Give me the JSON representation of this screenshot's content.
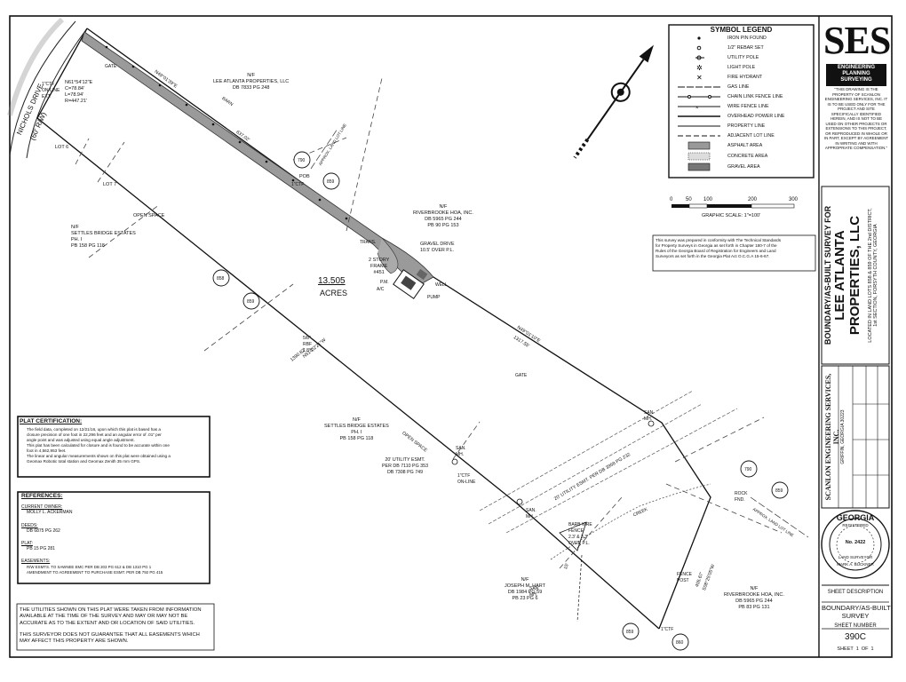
{
  "sheet": {
    "firm_logo": "SES",
    "firm_logo_sub": "ENGINEERING\nPLANNING\nSURVEYING",
    "copyright_note": "\"THIS DRAWING IS THE\nPROPERTY OF SCANLON\nENGINEERING SERVICES, INC. IT\nIS TO BE USED ONLY FOR THE\nPROJECT AND SITE\nSPECIFICALLY IDENTIFIED\nHEREIN, AND IS NOT TO BE\nUSED ON OTHER PROJECTS OR\nEXTENSIONS TO THIS PROJECT,\nOR REPRODUCED IN WHOLE OR\nIN PART, EXCEPT BY AGREEMENT\nIN WRITING AND WITH\nAPPROPRIATE COMPENSATION.\"",
    "survey_title_line1": "BOUNDARY/AS-BUILT SURVEY FOR",
    "survey_title_line2": "LEE ATLANTA",
    "survey_title_line3": "PROPERTIES, LLC",
    "location_line1": "LOCATED IN LAND LOTS 858 & 859 OF THE 2nd DISTRICT,",
    "location_line2": "1st SECTION, FORSYTH COUNTY, GEORGIA",
    "firm_name": "SCANLON ENGINEERING SERVICES, INC.",
    "firm_address": "GRIFFIN, GEORGIA 30223",
    "sheet_description_label": "SHEET DESCRIPTION",
    "sheet_description": "BOUNDARY/AS-BUILT\nSURVEY",
    "sheet_number_label": "SHEET NUMBER",
    "sheet_number": "390C",
    "sheet_of": "SHEET  1  OF  1",
    "seal_state": "GEORGIA",
    "seal_registered": "REGISTERED",
    "seal_no": "No. 2422",
    "seal_role": "LAND SURVEYOR",
    "seal_name": "MARK A. BUCKNER"
  },
  "legend": {
    "title": "SYMBOL LEGEND",
    "items": [
      "IRON PIN FOUND",
      "1/2\" REBAR SET",
      "UTILITY POLE",
      "LIGHT POLE",
      "FIRE HYDRANT",
      "GAS LINE",
      "CHAIN LINK FENCE LINE",
      "WIRE FENCE LINE",
      "OVERHEAD POWER LINE",
      "PROPERTY LINE",
      "ADJACENT LOT LINE",
      "ASPHALT AREA",
      "CONCRETE AREA",
      "GRAVEL  AREA"
    ]
  },
  "scale": {
    "ticks": [
      "0",
      "50",
      "100",
      "200",
      "300"
    ],
    "label": "GRAPHIC SCALE: 1\"=100'"
  },
  "standards_note": "This survey was prepared in conformity with The Technical Standards\nfor Property Surveys in Georgia as set forth in Chapter 180-7 of the\nRules of the Georgia Board of Registration for Engineers and Land\nSurveyors as set forth in the Georgia Plat Act O.C.G.A 15-6-67.",
  "plat_cert": {
    "title": "PLAT CERTIFICATION:",
    "body": "The field data, completed on 12/21/16, upon which this plat is based has a\nclosure precision of one foot in 22,296 feet and an angular error of .01\" per\nangle point and was adjusted using equal angle adjustment.\nThis plat has been calculated for closure and is found to be accurate within one\nfoot in 4,562,953 feet.\nThe linear and angular measurements shown on this plat were obtained using a\nGeomax Robotic total station and Geomax Zenith 35 mm GPS."
  },
  "references": {
    "title": "REFERENCES:",
    "owner_label": "CURRENT OWNER:",
    "owner": "MOLLY L. ACKERMAN",
    "deeds_label": "DEEDS:",
    "deeds": "DB 6875 PG 262",
    "plat_label": "PLAT:",
    "plat": "PB 15 PG 281",
    "easements_label": "EASEMENTS:",
    "easements": "R/W ESMTS. TO SAWNEE EMC PER DB 203 PG 612 & DB 1310 PG 1\nAMENDMENT TO AGREEMENT TO PURCHASE ESMT. PER DB 792 PG 415"
  },
  "notes": {
    "utilities": "THE UTILITIES SHOWN ON THIS PLAT WERE TAKEN FROM INFORMATION\nAVAILABLE AT THE TIME OF THE SURVEY AND MAY OR MAY NOT BE\nACCURATE AS TO THE EXTENT AND OR LOCATION OF SAID UTILITIES.",
    "easements": "THIS SURVEYOR DOES NOT GUARANTEE THAT ALL EASEMENTS WHICH\nMAY AFFECT THIS PROPERTY ARE SHOWN."
  },
  "map_labels": {
    "road": "NICHOLS DRIVE",
    "road_rw": "(60' R/W)",
    "curve": "N61°54'12\"E\nC=78.84'\nL=78.94'\nR=447.21'",
    "on_line": "1\"CTF\nON-LINE\nEXT.",
    "lee_atlanta": "N/F\nLEE ATLANTA PROPERTIES, LLC\nDB 7833 PG 248",
    "riverbrooke_top": "N/F\nRIVERBROOKE HOA, INC.\nDB 5965 PG 244\nPB 90 PG 153",
    "settles_left": "N/F\nSETTLES BRIDGE ESTATES\nPH. I\nPB 158 PG 118",
    "settles_mid": "N/F\nSETTLES BRIDGE ESTATES\nPH. I\nPB 158 PG 118",
    "hart": "N/F\nJOSEPH M. HART\nDB 1984 PG 59\nPB 23 PG 6",
    "riverbrooke_bot": "N/F\nRIVERBROOKE HOA, INC.\nDB 5965 PG 244\nPB 83 PG 131",
    "acres": "13.505",
    "acres_unit": "ACRES",
    "house": "2 STORY\nFRAME\n#451",
    "gravel": "GRAVEL DRIVE\n10.5' OVER P.L.",
    "lot6": "LOT 6",
    "lot7": "LOT 7",
    "open_space1": "OPEN SPACE",
    "open_space2": "OPEN SPACE",
    "gate1": "GATE",
    "gate2": "GATE",
    "barn": "BARN",
    "pob": "POB",
    "ctf": "1\"CTF",
    "trans": "TRANS.",
    "well": "WELL",
    "pump": "PUMP",
    "pm": "P.M.",
    "ac": "A/C",
    "rebar": "5/8\"\nRBF\n1.8'S.",
    "brg1": "N49°01'39\"E",
    "dist1": "637.02'",
    "brg2": "N49°01'10\"E",
    "dist2": "1317.55'",
    "brg3": "N51°02'21\"W",
    "dist3": "1390.82'",
    "brg4": "S08°25'05\"W",
    "dist4": "405.67'",
    "dist5": "15'",
    "utility_esmt1": "20' UTILITY ESMT.\nPER DB 7110 PG 353\nDB 7308 PG 749",
    "utility_esmt2": "20' UTILITY ESMT. PER DB 3958 PG 232",
    "san_mh1": "SAN.\nMH.",
    "san_mh2": "SAN.\nMH.",
    "san_mh3": "SAN.\nMH.",
    "san_mh4": "SAN.\nMH.",
    "ctf_online": "1\"CTF\nON-LINE",
    "barb_wire": "BARB WRE\nFENCE\n2.3' & 3.3'\nOVER P.L.",
    "creek": "CREEK",
    "rock_fnd": "ROCK\nFND.",
    "fence_post": "FENCE\nPOST",
    "ctf_bottom": "1\"CTF",
    "approx_lot": "APPROX. LAND LOT LINE",
    "approx_lot2": "APPROX. LAND LOT LINE",
    "ll_790_a": "790",
    "ll_859_a": "859",
    "ll_858": "858",
    "ll_859_b": "859",
    "ll_790_b": "790",
    "ll_859_c": "859",
    "ll_859_d": "859",
    "ll_860": "860",
    "ll_2": "2"
  }
}
